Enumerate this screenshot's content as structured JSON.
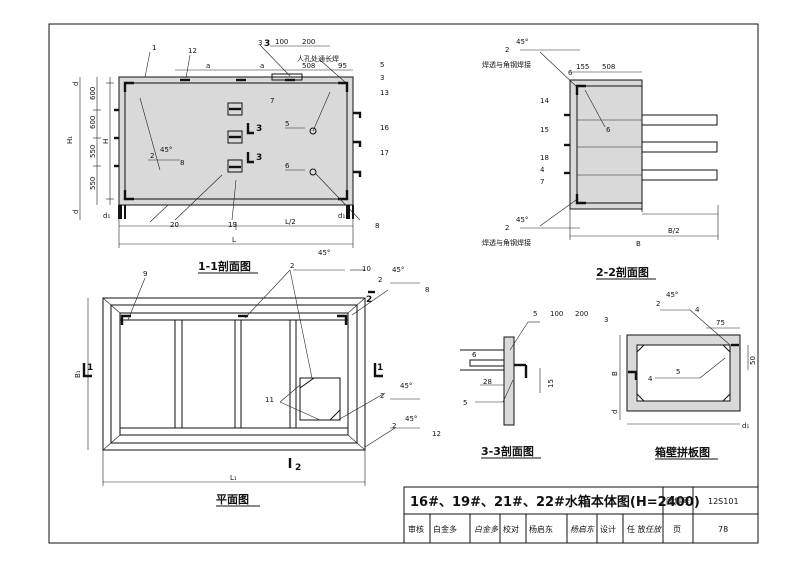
{
  "drawing": {
    "sections": {
      "s11": {
        "title": "1-1剖面图",
        "labels": [
          "1",
          "12",
          "3",
          "100",
          "200",
          "人孔处通长焊",
          "a",
          "a",
          "508",
          "95",
          "5",
          "3",
          "13",
          "16",
          "17",
          "7",
          "5",
          "6",
          "2",
          "45°",
          "8",
          "20",
          "19",
          "8"
        ],
        "vdims": [
          "600",
          "600",
          "550",
          "550",
          "d",
          "H",
          "H₁",
          "d"
        ],
        "hdims": [
          "d₁",
          "L/2",
          "d₁",
          "L"
        ],
        "marks": [
          "3",
          "3",
          "3"
        ]
      },
      "s22": {
        "title": "2-2剖面图",
        "labels": [
          "2",
          "45°",
          "焊透与角钢焊接",
          "6",
          "155",
          "508",
          "14",
          "6",
          "15",
          "18",
          "4",
          "7",
          "2",
          "45°",
          "焊透与角钢焊接"
        ],
        "hdims": [
          "B/2",
          "B"
        ]
      },
      "plan": {
        "title": "平面图",
        "labels": [
          "9",
          "2",
          "45°",
          "10",
          "2",
          "45°",
          "8",
          "11",
          "2",
          "45°",
          "2",
          "45°",
          "12"
        ],
        "marks": [
          "1",
          "1",
          "2",
          "2"
        ],
        "dims": [
          "B₁",
          "L₁"
        ]
      },
      "s33": {
        "title": "3-3剖面图",
        "labels": [
          "5",
          "100",
          "200",
          "3",
          "6",
          "28",
          "15",
          "5"
        ]
      },
      "panel": {
        "title": "箱壁拼板图",
        "labels": [
          "2",
          "45°",
          "4",
          "75",
          "50",
          "B",
          "4",
          "5",
          "d",
          "d₁"
        ]
      }
    },
    "title_block": {
      "main_title": "16#、19#、21#、22#水箱本体图(H=2400)",
      "atlas_label": "图集号",
      "atlas_no": "12S101",
      "page_label": "页",
      "page_no": "78",
      "roles": [
        {
          "role": "审核",
          "name": "白金多",
          "sign": "白金多"
        },
        {
          "role": "校对",
          "name": "杨启东",
          "sign": "杨启东"
        },
        {
          "role": "设计",
          "name": "任 放",
          "sign": "任放"
        }
      ]
    }
  }
}
